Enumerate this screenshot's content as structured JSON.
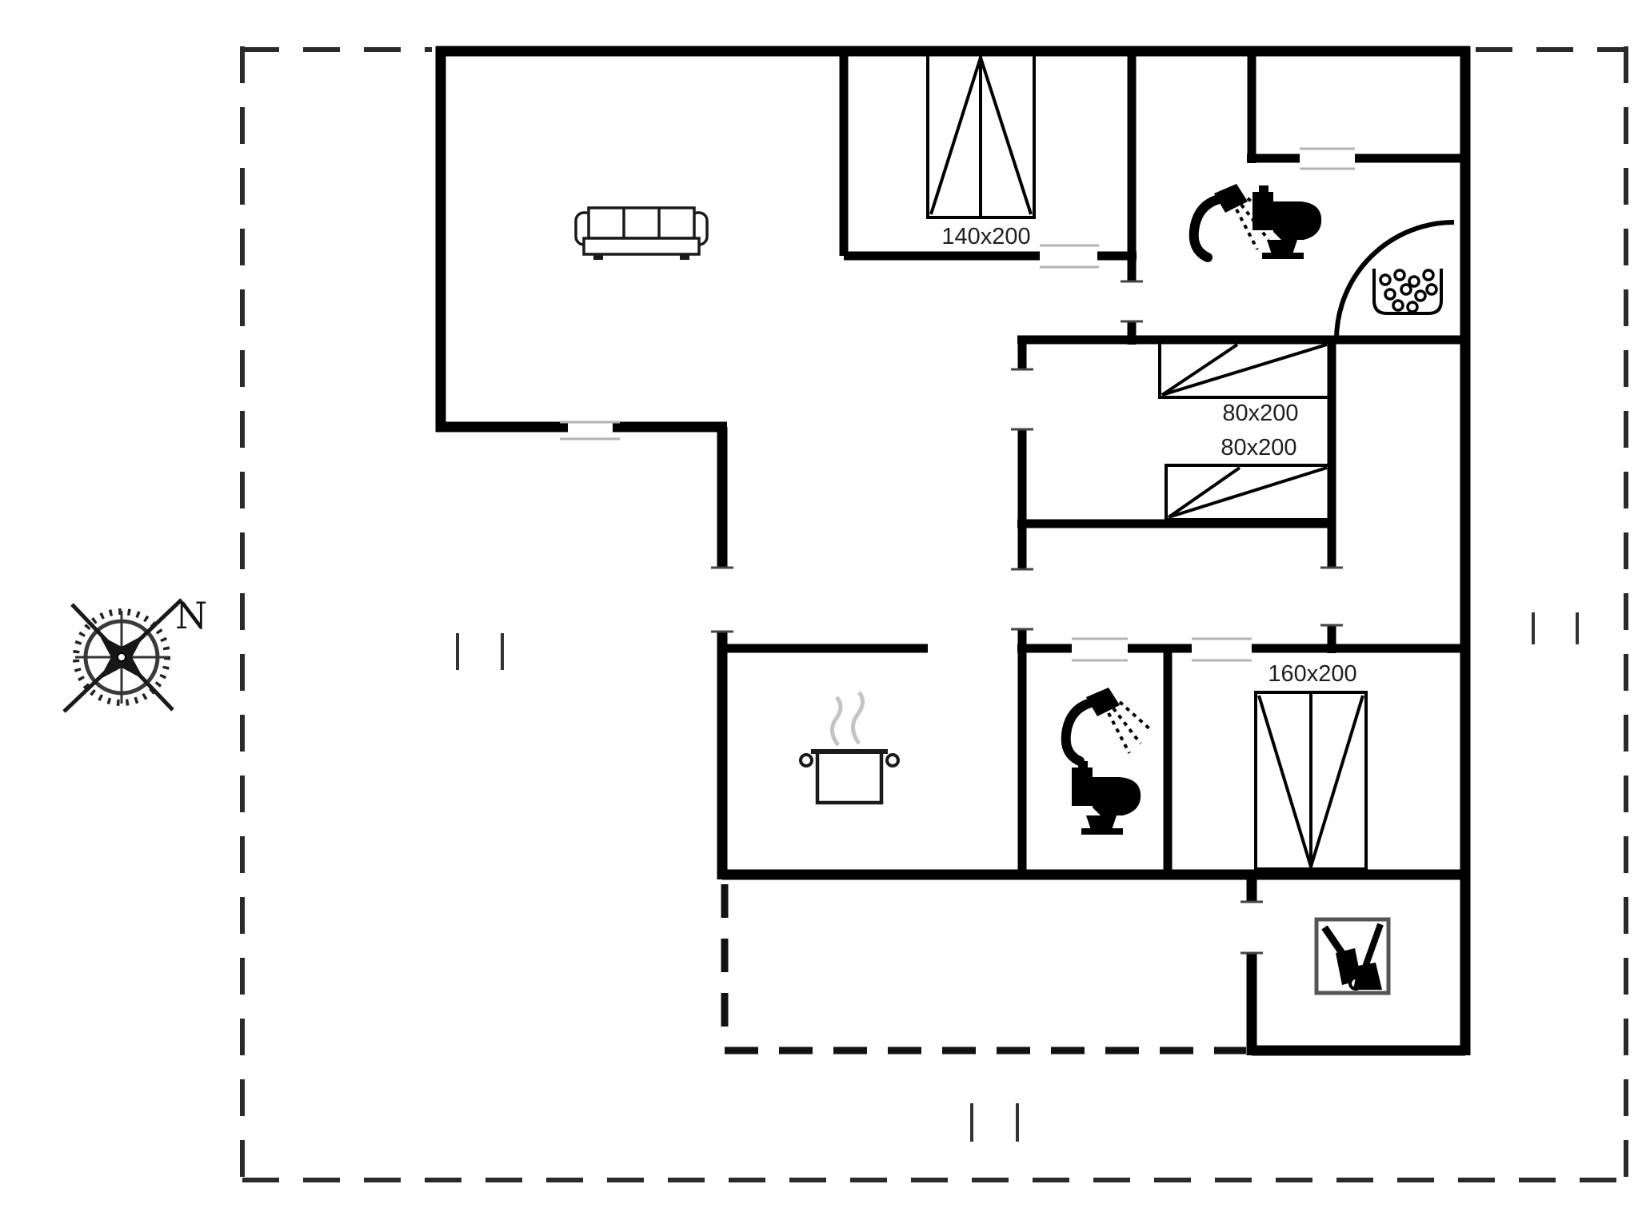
{
  "diagram": {
    "type": "floor-plan",
    "compass": {
      "north_label": "N"
    },
    "labels": {
      "bed_140": "140x200",
      "bed_80_upper": "80x200",
      "bed_80_lower": "80x200",
      "bed_160": "160x200"
    },
    "icons": [
      "compass-rose-icon",
      "sofa-icon",
      "double-bed-140x200-symbol",
      "single-bed-80x200-symbol",
      "single-bed-80x200-symbol",
      "double-bed-160x200-symbol",
      "cooking-pot-icon",
      "shower-icon",
      "toilet-icon",
      "shower-drain-icon",
      "cleaning-equipment-icon"
    ],
    "colors": {
      "walls": "#000000",
      "text": "#1f1f1f",
      "door_marker": "#b3b3b3",
      "steam": "#c4c4c4",
      "boundary_dash": "#2a2a2a",
      "background": "#ffffff"
    }
  }
}
